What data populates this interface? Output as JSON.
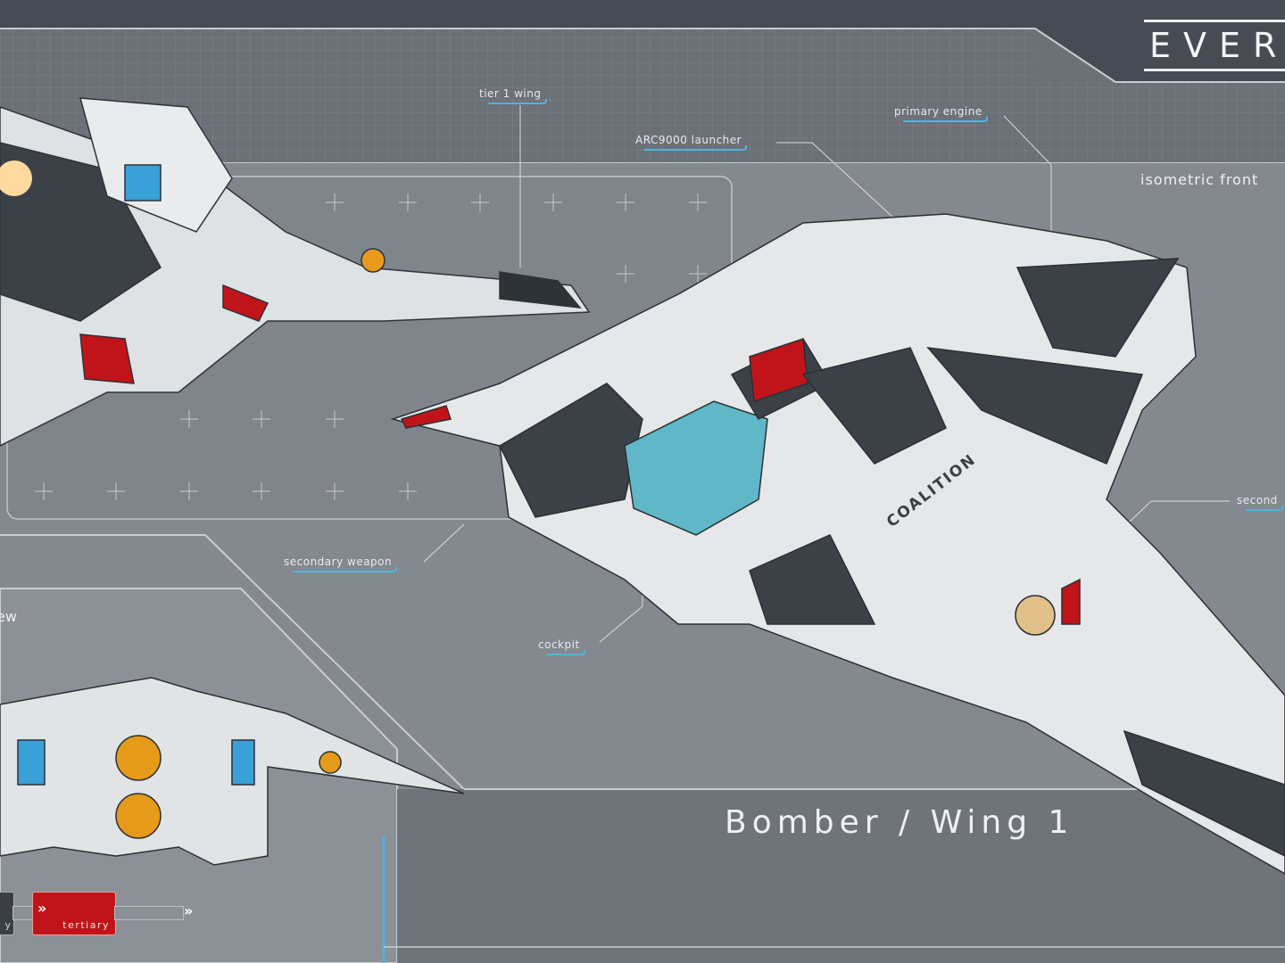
{
  "logo": {
    "text": "EVERS"
  },
  "view_labels": {
    "isometric": "isometric front",
    "side_view_partial": "ew"
  },
  "callouts": {
    "tier1_wing": "tier 1 wing",
    "primary_engine": "primary engine",
    "arc_launcher": "ARC9000 launcher",
    "secondary_weapon": "secondary weapon",
    "cockpit": "cockpit",
    "secondary_partial": "second"
  },
  "ship": {
    "title": "Bomber / Wing 1",
    "hull_marking": "COALITION"
  },
  "weapon_slots": {
    "primary_partial": "y",
    "tertiary": "tertiary",
    "chevron": "»"
  },
  "colors": {
    "accent": "#4fb4e0",
    "red": "#c0141a",
    "dark_panel": "#4a4f57",
    "background": "#80858b"
  }
}
